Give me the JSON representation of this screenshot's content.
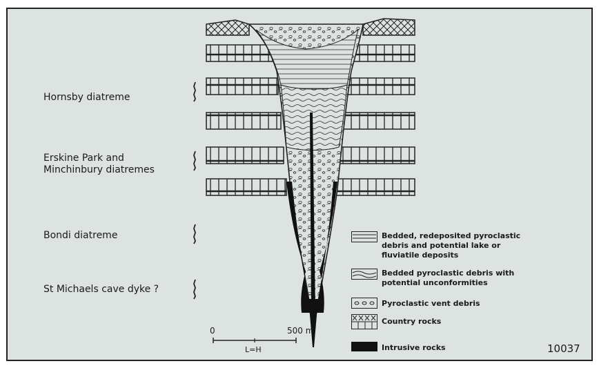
{
  "labels": {
    "hornsby": "Hornsby diatreme",
    "erskine_1": "Erskine Park and",
    "erskine_2": "Minchinbury diatremes",
    "bondi": "Bondi diatreme",
    "st_michaels": "St Michaels cave dyke ?"
  },
  "legend": [
    {
      "lines": [
        "Bedded, redeposited pyroclastic",
        "debris and potential lake or",
        "fluviatile deposits"
      ],
      "pattern": "bedded-redeposited"
    },
    {
      "lines": [
        "Bedded pyroclastic debris with",
        "potential unconformities"
      ],
      "pattern": "bedded-pyroclastic"
    },
    {
      "lines": [
        "Pyroclastic vent debris"
      ],
      "pattern": "vent-debris"
    },
    {
      "lines": [
        "Country    rocks"
      ],
      "pattern": "country-rocks"
    },
    {
      "lines": [
        "Intrusive rocks"
      ],
      "pattern": "intrusive-solid"
    }
  ],
  "scale": {
    "start": "0",
    "end": "500 m",
    "note": "L=H"
  },
  "figure_number": "10037"
}
